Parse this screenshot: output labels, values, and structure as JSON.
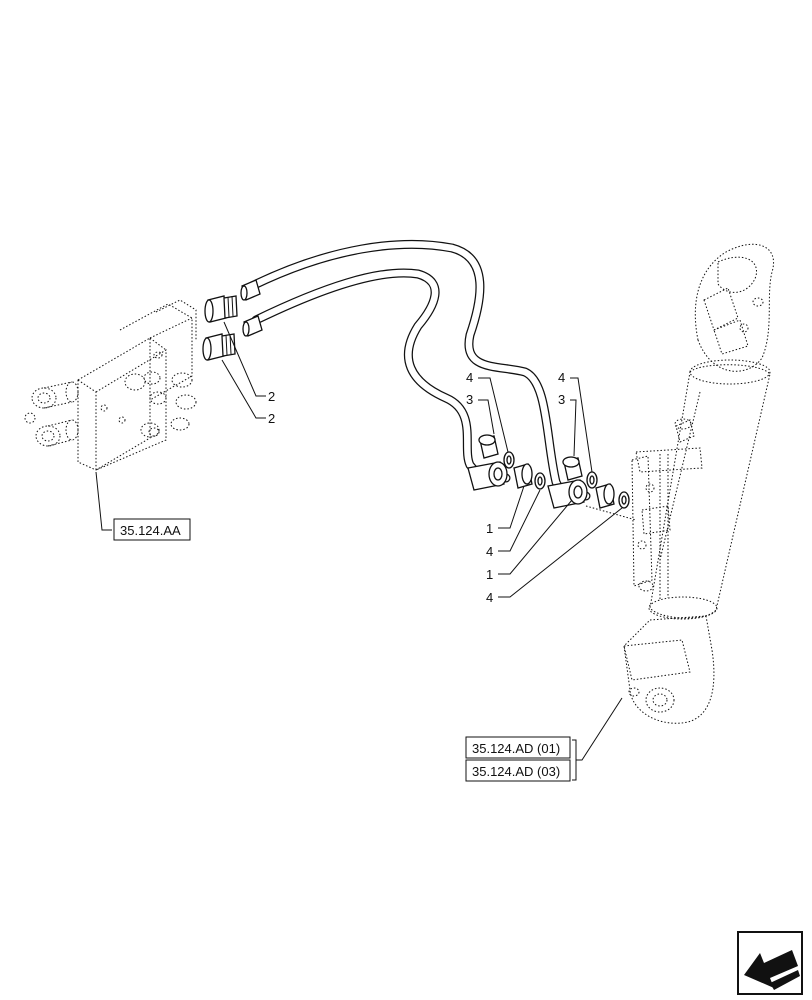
{
  "references": {
    "valve_block": "35.124.AA",
    "cylinder_1": "35.124.AD (01)",
    "cylinder_2": "35.124.AD (03)"
  },
  "callouts": {
    "c_2a": "2",
    "c_2b": "2",
    "c_4a": "4",
    "c_3a": "3",
    "c_4b": "4",
    "c_3b": "3",
    "c_1a": "1",
    "c_4c": "4",
    "c_1b": "1",
    "c_4d": "4"
  },
  "navigation": {
    "icon": "arrow-back-icon"
  }
}
